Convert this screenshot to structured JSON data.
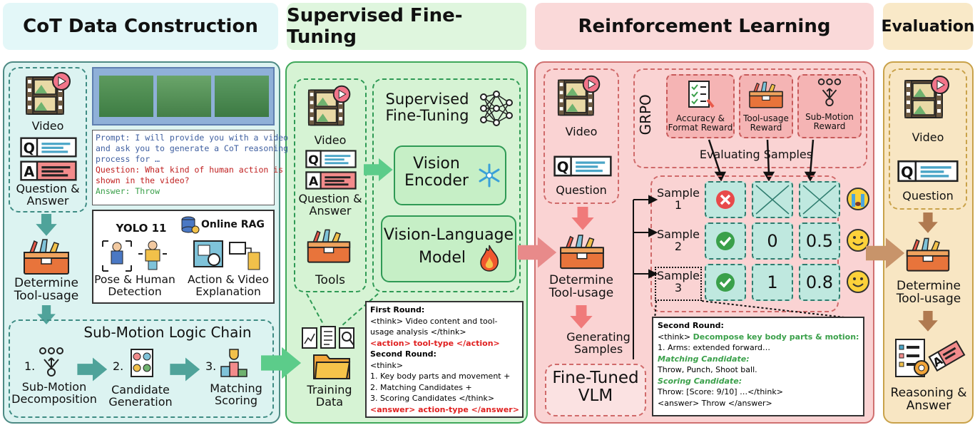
{
  "headers": {
    "cot": "CoT Data Construction",
    "sft": "Supervised Fine-Tuning",
    "rl": "Reinforcement Learning",
    "eval": "Evaluation"
  },
  "cot": {
    "video_label": "Video",
    "qa_label_1": "Question &",
    "qa_label_2": "Answer",
    "determine_1": "Determine",
    "determine_2": "Tool-usage",
    "prompt_1": "Prompt: I will provide you with a video",
    "prompt_2": "and ask you to generate a CoT reasoning",
    "prompt_3": "process for …",
    "question_1": "Question: What kind of human action is",
    "question_2": "shown in the video?",
    "answer": "Answer: Throw",
    "yolo": "YOLO 11",
    "rag": "Online RAG",
    "pose_1": "Pose & Human",
    "pose_2": "Detection",
    "action_1": "Action & Video",
    "action_2": "Explanation",
    "chain_title": "Sub-Motion Logic Chain",
    "step1_num": "1.",
    "step1_1": "Sub-Motion",
    "step1_2": "Decomposition",
    "step2_num": "2.",
    "step2_1": "Candidate",
    "step2_2": "Generation",
    "step3_num": "3.",
    "step3_1": "Matching",
    "step3_2": "Scoring",
    "q_letter": "Q",
    "a_letter": "A"
  },
  "sft": {
    "video_label": "Video",
    "qa_label_1": "Question &",
    "qa_label_2": "Answer",
    "tools_label": "Tools",
    "sft_title_1": "Supervised",
    "sft_title_2": "Fine-Tuning",
    "vision_1": "Vision",
    "vision_2": "Encoder",
    "vlm_1": "Vision-Language",
    "vlm_2": "Model",
    "training_1": "Training",
    "training_2": "Data",
    "box": {
      "first_round": "First Round:",
      "l1": "<think> Video content and tool-",
      "l2": "usage analysis </think>",
      "l3": "<action> tool-type </action>",
      "second_round": "Second Round:",
      "l4": "<think>",
      "l5": "1. Key body parts and movement +",
      "l6": "2. Matching Candidates +",
      "l7": "3. Scoring Candidates </think>",
      "l8": "<answer> action-type </answer>"
    }
  },
  "rl": {
    "video_label": "Video",
    "question_label": "Question",
    "determine_1": "Determine",
    "determine_2": "Tool-usage",
    "generating_1": "Generating",
    "generating_2": "Samples",
    "finetuned_1": "Fine-Tuned",
    "finetuned_2": "VLM",
    "grpo": "GRPO",
    "reward1_1": "Accuracy &",
    "reward1_2": "Format Reward",
    "reward2_1": "Tool-usage",
    "reward2_2": "Reward",
    "reward3_1": "Sub-Motion",
    "reward3_2": "Reward",
    "evaluating": "Evaluating Samples",
    "samples": [
      {
        "label_1": "Sample",
        "label_2": "1",
        "c2": "",
        "c3": ""
      },
      {
        "label_1": "Sample",
        "label_2": "2",
        "c2": "0",
        "c3": "0.5"
      },
      {
        "label_1": "Sample",
        "label_2": "3",
        "c2": "1",
        "c3": "0.8"
      }
    ],
    "q_letter": "Q",
    "box": {
      "second_round": "Second Round:",
      "l1a": "<think> ",
      "l1b": "Decompose key body parts & motion:",
      "l2": "1. Arms: extended forward…",
      "l3": "Matching Candidate:",
      "l4": "Throw, Punch, Shoot ball.",
      "l5": "Scoring Candidate:",
      "l6": "Throw: [Score: 9/10] …</think>",
      "l7": "<answer> Throw </answer>"
    }
  },
  "eval": {
    "video_label": "Video",
    "question_label": "Question",
    "determine_1": "Determine",
    "determine_2": "Tool-usage",
    "reasoning_1": "Reasoning &",
    "reasoning_2": "Answer",
    "q_letter": "Q"
  }
}
